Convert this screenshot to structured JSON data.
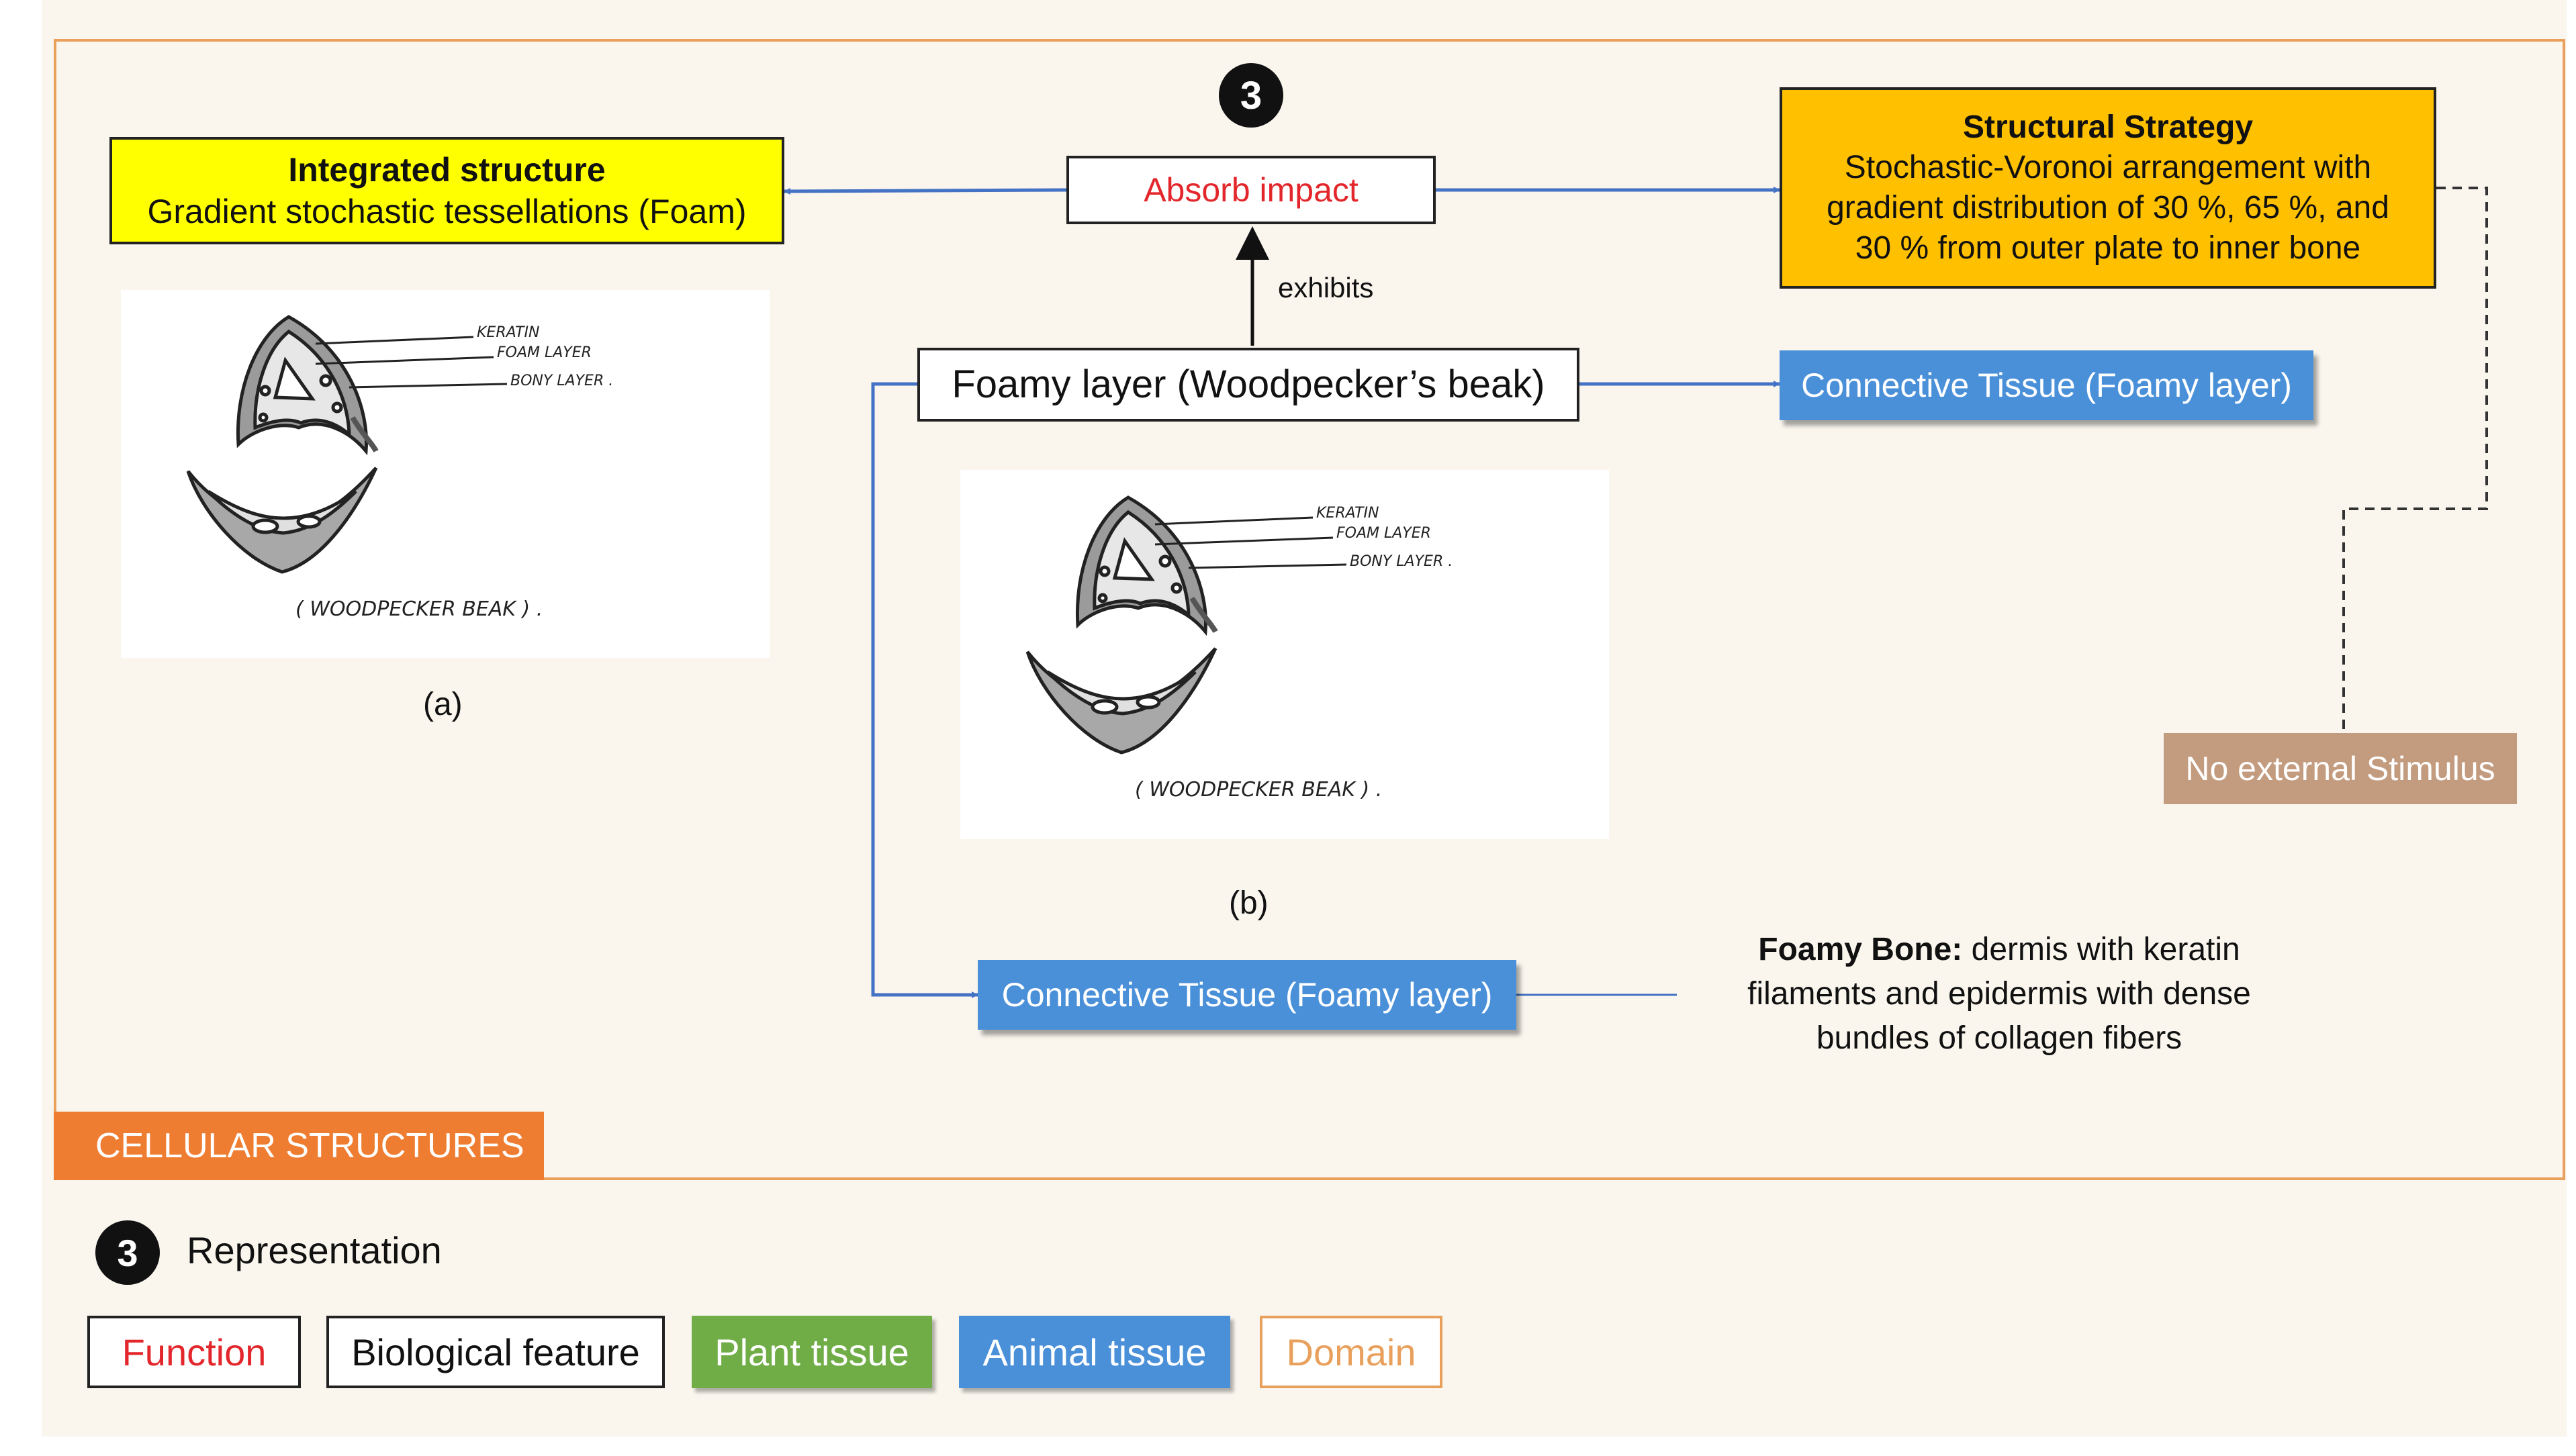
{
  "step_number": "3",
  "function_node": {
    "label": "Absorb impact"
  },
  "edge_label": "exhibits",
  "feature_node": {
    "label": "Foamy layer (Woodpecker’s beak)"
  },
  "integrated_structure": {
    "title": "Integrated structure",
    "text": "Gradient stochastic tessellations (Foam)"
  },
  "structural_strategy": {
    "title": "Structural Strategy",
    "lines": [
      "Stochastic-Voronoi arrangement with",
      "gradient distribution of 30 %, 65 %, and",
      "30 % from outer plate to inner bone"
    ]
  },
  "tissue_top": {
    "label": "Connective Tissue (Foamy layer)"
  },
  "tissue_bottom": {
    "label": "Connective Tissue (Foamy layer)"
  },
  "stimulus": {
    "label": "No external Stimulus"
  },
  "description": {
    "bold": "Foamy Bone:",
    "lines": [
      " dermis with keratin",
      "filaments and epidermis with dense",
      "bundles of collagen fibers"
    ]
  },
  "sketch": {
    "labels": [
      "KERATIN",
      "FOAM LAYER",
      "BONY LAYER ."
    ],
    "caption": "( WOODPECKER BEAK ) ."
  },
  "panel_captions": {
    "a": "(a)",
    "b": "(b)"
  },
  "category_tag": "CELLULAR STRUCTURES",
  "legend": {
    "badge": "3",
    "title": "Representation",
    "items": [
      {
        "label": "Function",
        "color": "#e3262b"
      },
      {
        "label": "Biological feature",
        "color": "#111111"
      },
      {
        "label": "Plant tissue",
        "color": "#70ad47"
      },
      {
        "label": "Animal tissue",
        "color": "#4a90d9"
      },
      {
        "label": "Domain",
        "color": "#e8a05c"
      }
    ]
  },
  "colors": {
    "domain_border": "#e8a05c",
    "category_tag": "#ef7d31",
    "connector_blue": "#4472c4",
    "yellow_box": "#ffff00",
    "orange_box": "#ffc000",
    "tan_box": "#c39b7f"
  }
}
